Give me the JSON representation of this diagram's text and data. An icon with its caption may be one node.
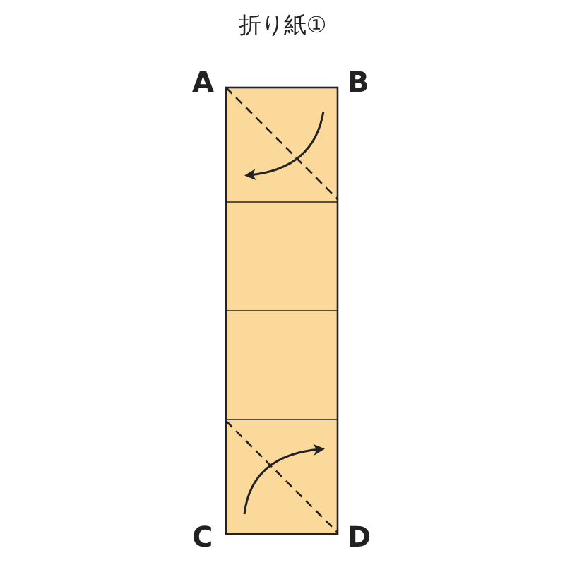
{
  "diagram": {
    "title": "折り紙①",
    "labels": [
      "A",
      "B",
      "C",
      "D"
    ]
  }
}
